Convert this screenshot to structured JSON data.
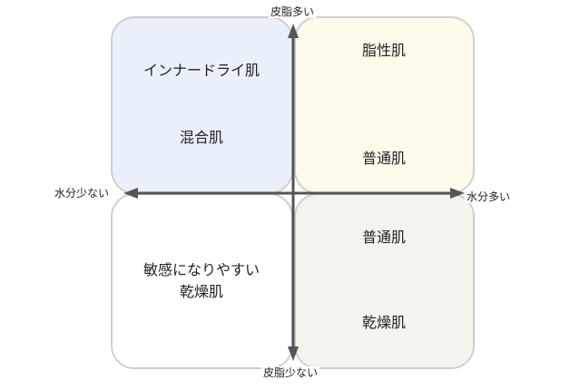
{
  "quadrants": {
    "top_left": {
      "labels": [
        "インナードライ肌",
        "混合肌"
      ],
      "color": "#e9f0fa"
    },
    "top_right": {
      "labels": [
        "脂性肌",
        "普通肌"
      ],
      "color": "#fefaec"
    },
    "bottom_left": {
      "labels": [
        "敏感になりやすい",
        "乾燥肌"
      ],
      "color": "#ffffff"
    },
    "bottom_right": {
      "labels": [
        "普通肌",
        "乾燥肌"
      ],
      "color": "#f1f5ee"
    }
  },
  "axes": {
    "top": "皮脂多い",
    "bottom": "皮脂少ない",
    "left": "水分少ない",
    "right": "水分多い",
    "color": "#555555"
  }
}
